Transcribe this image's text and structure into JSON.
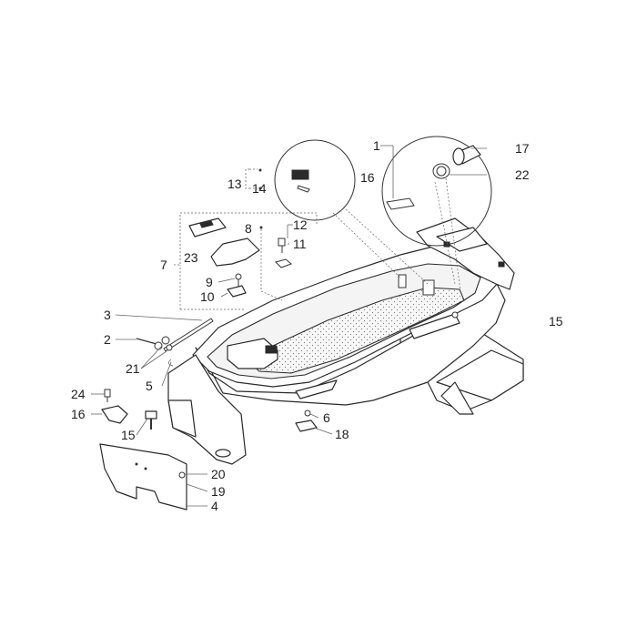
{
  "callouts": {
    "c1": "1",
    "c2": "2",
    "c3": "3",
    "c4": "4",
    "c5": "5",
    "c6": "6",
    "c7": "7",
    "c8": "8",
    "c9": "9",
    "c10": "10",
    "c11": "11",
    "c12": "12",
    "c13": "13",
    "c14": "14",
    "c15": "15",
    "c16a": "16",
    "c16b": "16",
    "c17": "17",
    "c18": "18",
    "c19": "19",
    "c20": "20",
    "c21": "21",
    "c22": "22",
    "c23": "23",
    "c24": "24"
  },
  "colors": {
    "line": "#2a2a2a",
    "leader": "#666666",
    "background": "#ffffff"
  }
}
